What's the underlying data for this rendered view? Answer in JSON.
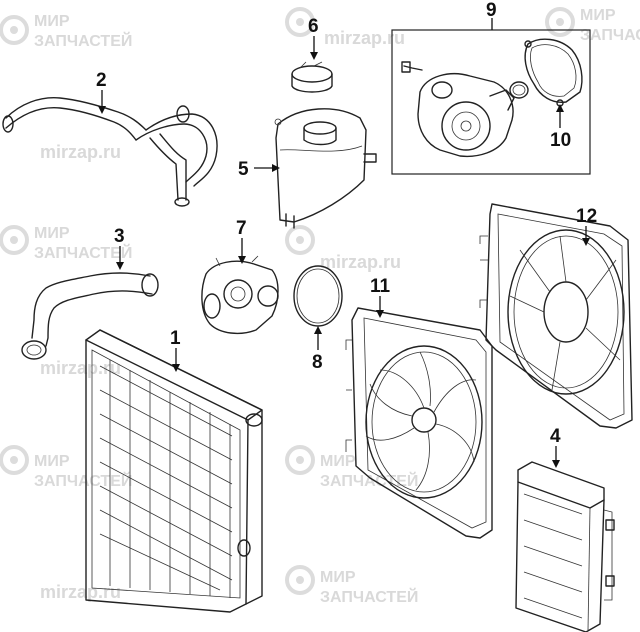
{
  "watermark": {
    "line1": "МИР",
    "line2": "ЗАПЧАСТЕЙ",
    "site": "mirzap.ru",
    "color": "#d9d9d9"
  },
  "callouts": [
    {
      "number": "1",
      "part": "radiator"
    },
    {
      "number": "2",
      "part": "upper hose"
    },
    {
      "number": "3",
      "part": "lower hose"
    },
    {
      "number": "4",
      "part": "auxiliary radiator"
    },
    {
      "number": "5",
      "part": "expansion tank"
    },
    {
      "number": "6",
      "part": "tank cap"
    },
    {
      "number": "7",
      "part": "thermostat"
    },
    {
      "number": "8",
      "part": "o-ring"
    },
    {
      "number": "9",
      "part": "water pump assembly"
    },
    {
      "number": "10",
      "part": "gasket"
    },
    {
      "number": "11",
      "part": "fan assembly"
    },
    {
      "number": "12",
      "part": "fan shroud"
    }
  ]
}
